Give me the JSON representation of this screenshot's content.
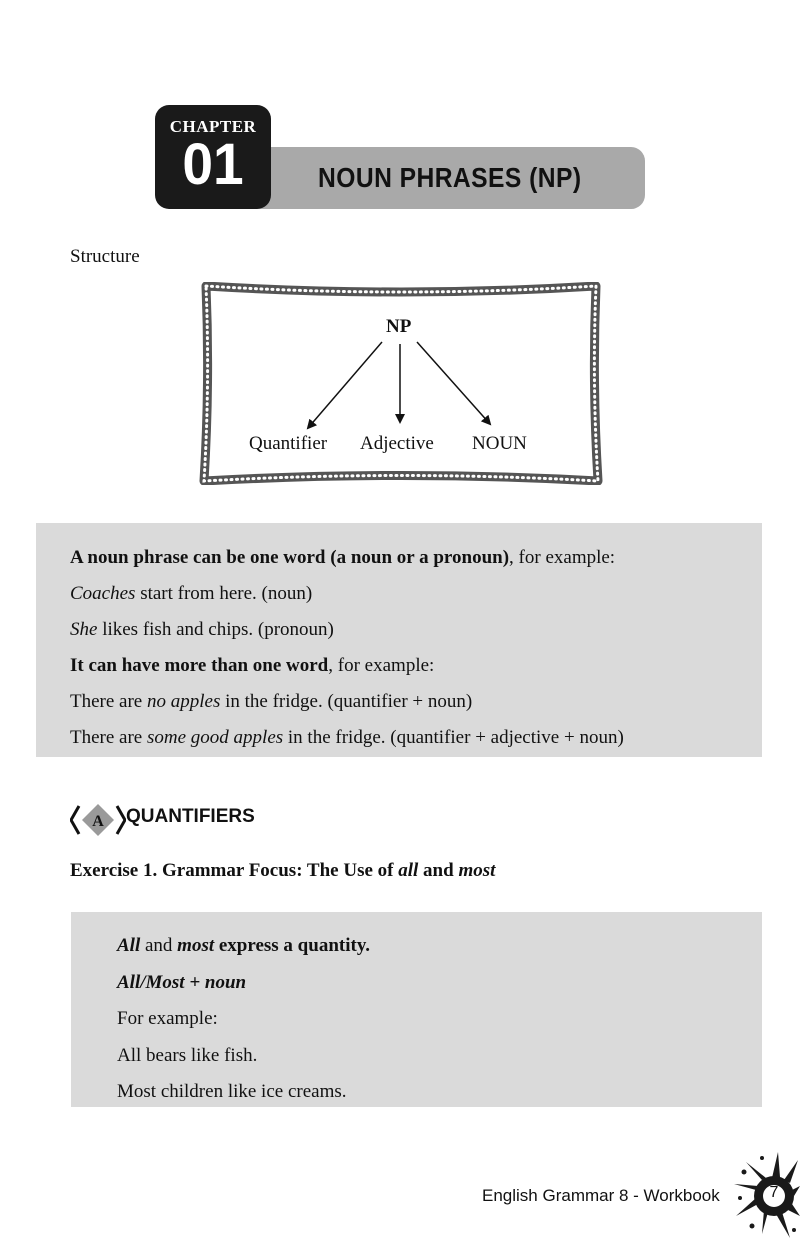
{
  "chapter": {
    "label": "CHAPTER",
    "number": "01",
    "title": "NOUN PHRASES (NP)"
  },
  "structure": {
    "label": "Structure",
    "diagram": {
      "root": "NP",
      "children": [
        "Quantifier",
        "Adjective",
        "NOUN"
      ]
    }
  },
  "info_box": {
    "line1_bold": "A noun phrase can be one word (a noun or a pronoun)",
    "line1_rest": ", for example:",
    "line2_italic": "Coaches",
    "line2_rest": " start from here. (noun)",
    "line3_italic": "She",
    "line3_rest": " likes fish and chips. (pronoun)",
    "line4_bold": "It can have more than one word",
    "line4_rest": ", for example:",
    "line5_pre": "There are ",
    "line5_italic": "no apples",
    "line5_post": " in the fridge. (quantifier + noun)",
    "line6_pre": "There are ",
    "line6_italic": "some good apples",
    "line6_post": " in the fridge. (quantifier + adjective + noun)"
  },
  "section_a": {
    "badge": "A",
    "title": "QUANTIFIERS"
  },
  "exercise": {
    "prefix": "Exercise 1. Grammar Focus: The Use of ",
    "word1": "all",
    "and": " and ",
    "word2": "most"
  },
  "rule_box": {
    "line1_w1": "All",
    "line1_and": " and ",
    "line1_w2": "most",
    "line1_rest": " express a quantity.",
    "line2": "All/Most + noun",
    "line3": "For example:",
    "line4": "All bears like fish.",
    "line5": "Most children like ice creams."
  },
  "footer": {
    "book_title": "English Grammar 8 - Workbook",
    "page_number": "7"
  }
}
